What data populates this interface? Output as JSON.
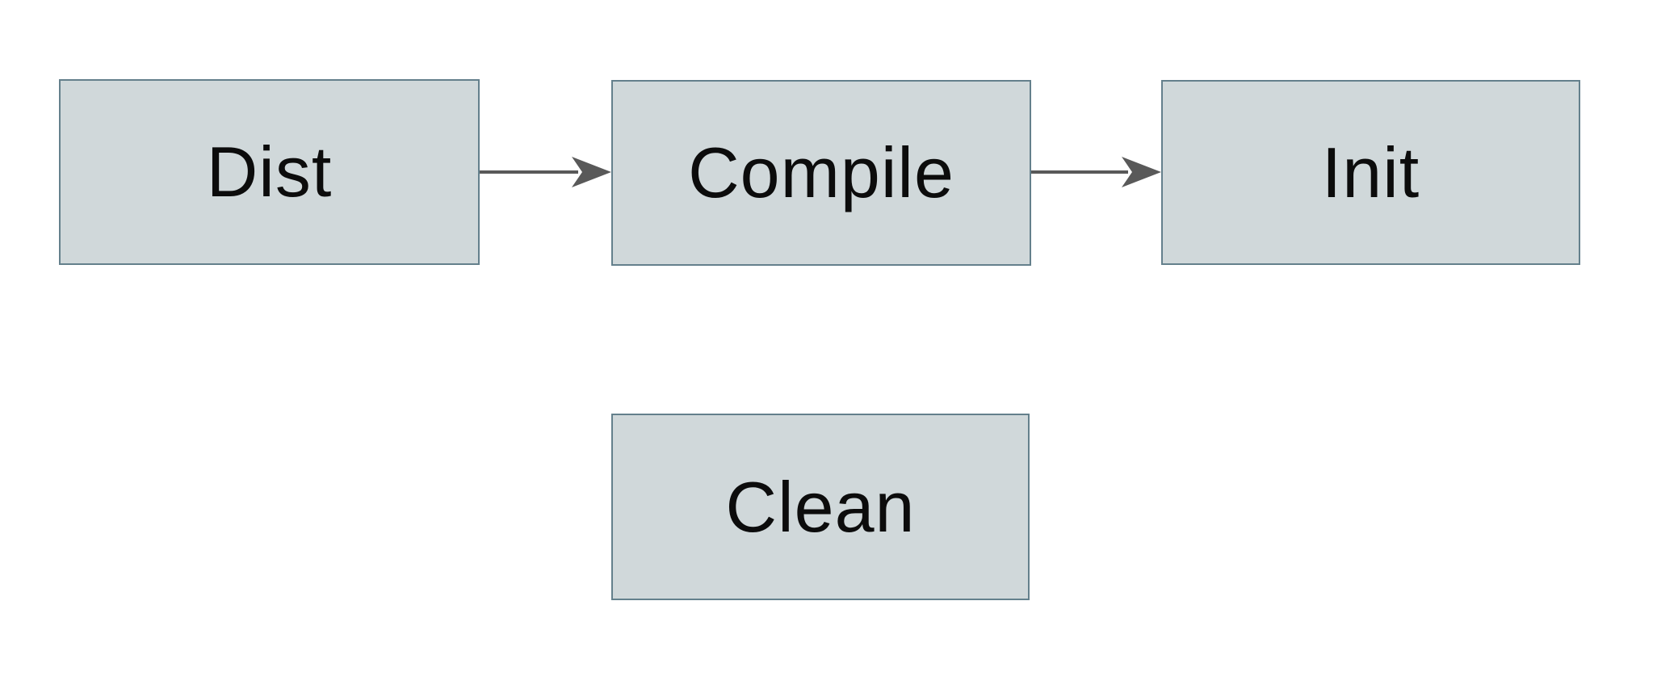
{
  "diagram": {
    "title": "build-targets-flowchart",
    "colors": {
      "background": "#ffffff",
      "node_fill": "#d0d8da",
      "node_border": "#64808c",
      "arrow": "#595959",
      "text": "#0c0c0c"
    },
    "nodes": [
      {
        "id": "dist",
        "label": "Dist"
      },
      {
        "id": "compile",
        "label": "Compile"
      },
      {
        "id": "init",
        "label": "Init"
      },
      {
        "id": "clean",
        "label": "Clean"
      }
    ],
    "edges": [
      {
        "from": "dist",
        "to": "compile",
        "direction": "right"
      },
      {
        "from": "compile",
        "to": "init",
        "direction": "right"
      }
    ]
  }
}
